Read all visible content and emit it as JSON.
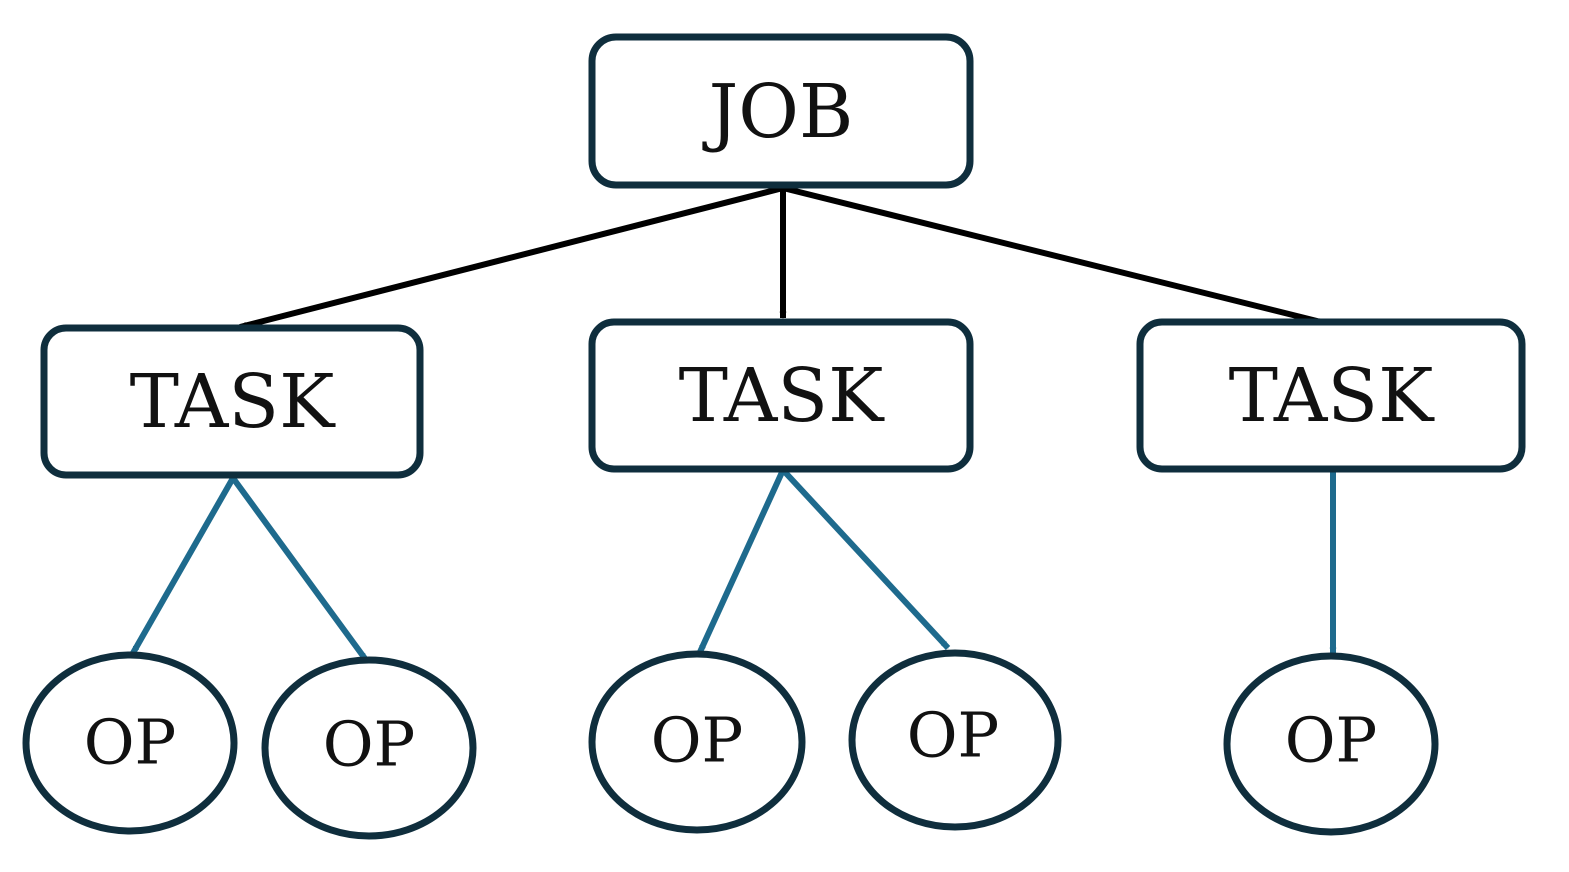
{
  "diagram": {
    "job": {
      "label": "JOB"
    },
    "tasks": [
      {
        "label": "TASK"
      },
      {
        "label": "TASK"
      },
      {
        "label": "TASK"
      }
    ],
    "operations": [
      {
        "label": "OP",
        "task": 0
      },
      {
        "label": "OP",
        "task": 0
      },
      {
        "label": "OP",
        "task": 1
      },
      {
        "label": "OP",
        "task": 1
      },
      {
        "label": "OP",
        "task": 2
      }
    ],
    "edges": [
      {
        "from": "job",
        "to": "task-0"
      },
      {
        "from": "job",
        "to": "task-1"
      },
      {
        "from": "job",
        "to": "task-2"
      },
      {
        "from": "task-0",
        "to": "op-0"
      },
      {
        "from": "task-0",
        "to": "op-1"
      },
      {
        "from": "task-1",
        "to": "op-2"
      },
      {
        "from": "task-1",
        "to": "op-3"
      },
      {
        "from": "task-2",
        "to": "op-4"
      }
    ],
    "colors": {
      "node_stroke": "#0f2e3d",
      "job_task_arrow": "#000000",
      "task_op_arrow": "#1e6a8d"
    }
  }
}
